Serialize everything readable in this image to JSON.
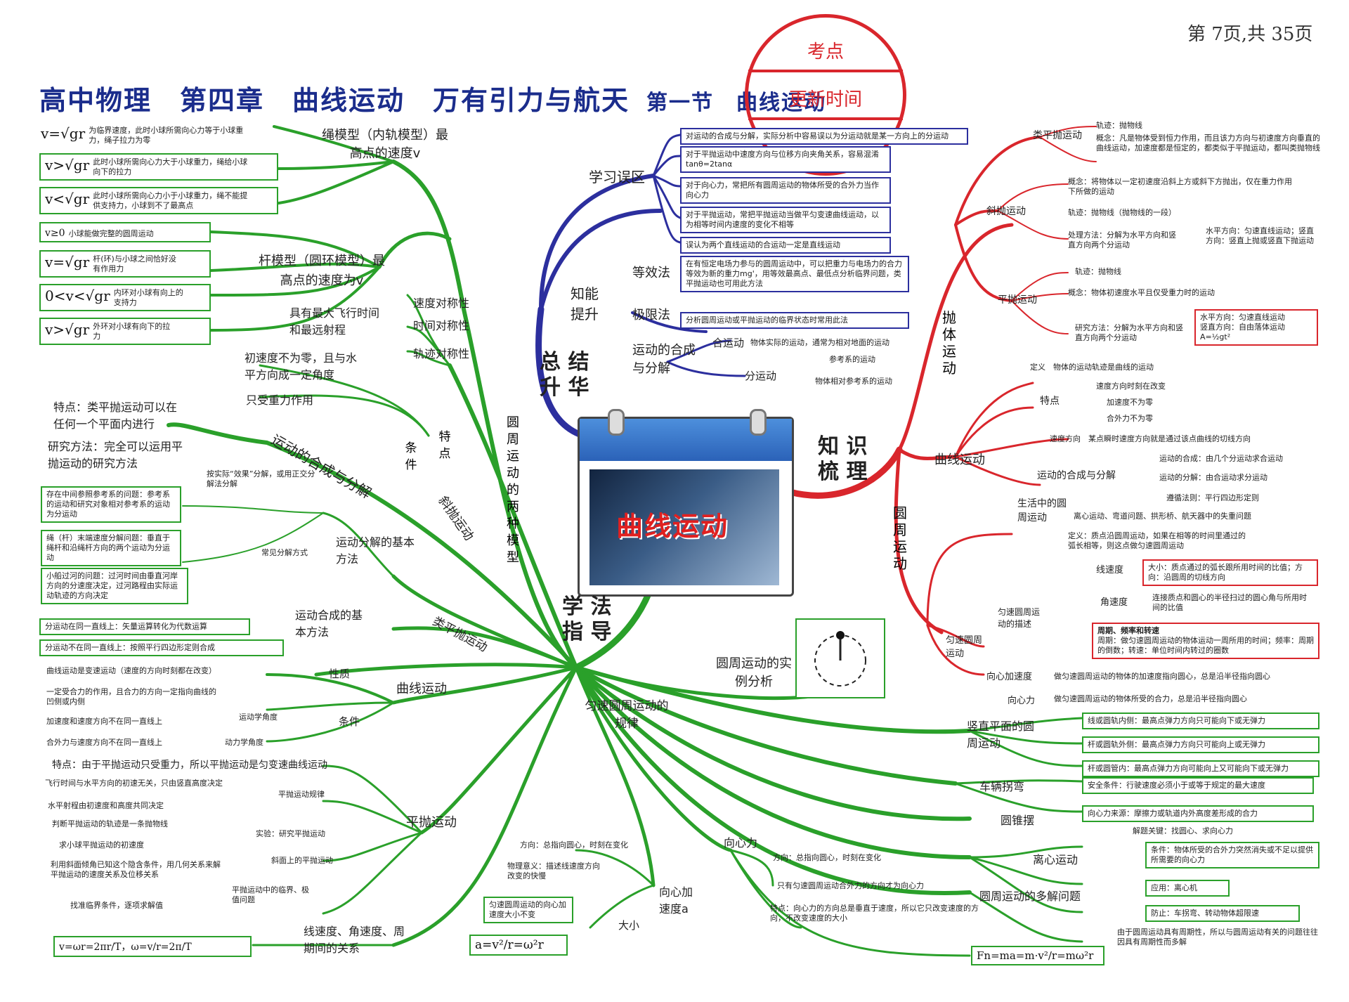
{
  "header": {
    "title_main": "高中物理　第四章　曲线运动　万有引力与航天",
    "title_section": "第一节　曲线运动",
    "page_number": "第 7页,共 35页"
  },
  "stamp": {
    "top": "考点",
    "bottom": "更新时间"
  },
  "center": {
    "label": "曲线运动"
  },
  "colors": {
    "green": "#2aa02a",
    "blue": "#2c2f9e",
    "red": "#d9262c"
  },
  "branches": {
    "review": "总 结 升 华",
    "knowledge": "知 识 梳 理",
    "method": "学 法 指 导"
  },
  "review": {
    "mistakes_title": "学习误区",
    "mistakes": [
      "对运动的合成与分解，实际分析中容易误以为分运动就是某一方向上的分运动",
      "对于平抛运动中速度方向与位移方向夹角关系，容易混淆 tanθ=2tanα",
      "对于向心力，常把所有圆周运动的物体所受的合外力当作向心力",
      "对于平抛运动，常把平抛运动当做平匀变速曲线运动，以为相等时间内速度的变化不相等",
      "误认为两个直线运动的合运动一定是直线运动"
    ],
    "ability_title": "知能提升",
    "equivalent_title": "等效法",
    "equivalent_text": "在有恒定电场力参与的圆周运动中，可以把重力与电场力的合力等效为新的重力mg'，用等效最高点、最低点分析临界问题，类平抛运动也可用此方法",
    "limit_title": "极限法",
    "limit_text": "分析圆周运动或平抛运动的临界状态时常用此法",
    "compose_title": "运动的合成与分解",
    "compose_label": "合运动",
    "compose_text": "物体实际的运动，通常为相对地面的运动",
    "decompose_label": "分运动",
    "decompose_items": [
      "参考系的运动",
      "物体相对参考系的运动"
    ]
  },
  "knowledge": {
    "throw_title": "抛体运动",
    "circle_title": "圆周运动",
    "curve_title": "曲线运动",
    "projectile_like": {
      "label": "类平抛运动",
      "items": [
        "轨迹：抛物线",
        "概念：凡是物体受到恒力作用，而且该力方向与初速度方向垂直的曲线运动，加速度都是恒定的，都类似于平抛运动，都叫类抛物线"
      ]
    },
    "oblique": {
      "label": "斜抛运动",
      "items": [
        "概念：将物体以一定初速度沿斜上方或斜下方抛出，仅在重力作用下所做的运动",
        "轨迹：抛物线（抛物线的一段）",
        "处理方法：分解为水平方向和竖直方向两个分运动",
        "水平方向：匀速直线运动；竖直方向：竖直上抛或竖直下抛运动"
      ]
    },
    "flat": {
      "label": "平抛运动",
      "items": [
        "轨迹：抛物线",
        "概念：物体初速度水平且仅受重力时的运动",
        "研究方法：分解为水平方向和竖直方向两个分运动"
      ],
      "formula_box": [
        "水平方向：匀速直线运动",
        "竖直方向：自由落体运动",
        "A=½gt²"
      ]
    },
    "curve": {
      "def": "定义　物体的运动轨迹是曲线的运动",
      "feature": "特点",
      "features": [
        "速度方向时刻在改变",
        "加速度不为零",
        "合外力不为零"
      ],
      "velocity_dir": "速度方向　某点瞬时速度方向就是通过该点曲线的切线方向",
      "compose_label": "运动的合成与分解",
      "compose_items": [
        "运动的合成：由几个分运动求合运动",
        "运动的分解：由合运动求分运动",
        "遵循法则：平行四边形定则"
      ]
    },
    "circular": {
      "life": "生活中的圆周运动",
      "life_text": "离心运动、弯道问题、拱形桥、航天器中的失重问题",
      "uniform_label": "匀速圆周运动",
      "def": "定义：质点沿圆周运动，如果在相等的时间里通过的弧长相等，则这点做匀速圆周运动",
      "describe": "匀速圆周运动的描述",
      "linear": "线速度",
      "linear_text": "大小：质点通过的弧长跟所用时间的比值；方向：沿圆周的切线方向",
      "angular": "角速度",
      "angular_text": "连接质点和圆心的半径扫过的圆心角与所用时间的比值",
      "period": "周期、频率和转速",
      "period_text": "周期：做匀速圆周运动的物体运动一周所用的时间；频率：周期的倒数；转速：单位时间内转过的圈数",
      "centripetal_acc": "向心加速度",
      "centripetal_acc_text": "做匀速圆周运动的物体的加速度指向圆心，总是沿半径指向圆心",
      "centripetal_force": "向心力",
      "centripetal_force_text": "做匀速圆周运动的物体所受的合力，总是沿半径指向圆心"
    }
  },
  "method": {
    "two_models": "圆周运动的两种模型",
    "rope_model": "绳模型（内轨模型）最高点的速度v",
    "rope_items": [
      {
        "f": "v=√gr",
        "t": "为临界速度，此时小球所需向心力等于小球重力，绳子拉力为零"
      },
      {
        "f": "v>√gr",
        "t": "此时小球所需向心力大于小球重力，绳给小球向下的拉力"
      },
      {
        "f": "v<√gr",
        "t": "此时小球所需向心力小于小球重力，绳不能提供支持力，小球到不了最高点"
      }
    ],
    "rod_model": "杆模型（圆环模型）最高点的速度为v",
    "rod_items": [
      {
        "f": "v≥0",
        "t": "小球能做完整的圆周运动"
      },
      {
        "f": "v=√gr",
        "t": "杆(环)与小球之间恰好没有作用力"
      },
      {
        "f": "0<v<√gr",
        "t": "内环对小球有向上的支持力"
      },
      {
        "f": "v>√gr",
        "t": "外环对小球有向下的拉力"
      }
    ],
    "symmetry": [
      "速度对称性",
      "时间对称性",
      "轨迹对称性"
    ],
    "feature_label": "特点",
    "condition_label": "条件",
    "oblique_cond": [
      "具有最大飞行时间和最远射程",
      "初速度不为零，且与水平方向成一定角度",
      "只受重力作用"
    ],
    "oblique_label": "斜抛运动",
    "compose": "运动的合成与分解",
    "compose_feature": "特点：类平抛运动可以在任何一个平面内进行",
    "compose_method": "研究方法：完全可以运用平抛运动的研究方法",
    "decompose_method": "运动分解的基本方法",
    "decompose_text": "按实际“效果”分解，或用正交分解法分解",
    "common_label": "常见分解方式",
    "common_items": [
      "存在中间参照参考系的问题：参考系的运动和研究对象相对参考系的运动为分运动",
      "绳（杆）末端速度分解问题：垂直于绳杆和沿绳杆方向的两个运动为分运动",
      "小船过河的问题：过河时间由垂直河岸方向的分速度决定，过河路程由实际运动轨迹的方向决定"
    ],
    "compose_basic": "运动合成的基本方法",
    "compose_basic_items": [
      "分运动在同一直线上：矢量运算转化为代数运算",
      "分运动不在同一直线上：按照平行四边形定则合成"
    ],
    "projectile_like": "类平抛运动",
    "curve": "曲线运动",
    "curve_nature": "性质",
    "curve_nature_text": "曲线运动是变速运动（速度的方向时刻都在改变）",
    "curve_track": "一定受合力的作用，且合力的方向一定指向曲线的凹侧或内侧",
    "curve_cond": "条件",
    "kin_label": "运动学角度",
    "kin_text": "加速度和速度方向不在同一直线上",
    "dyn_label": "动力学角度",
    "dyn_text": "合外力与速度方向不在同一直线上",
    "flat_feature": "特点：由于平抛运动只受重力，所以平抛运动是匀变速曲线运动",
    "flat_law": "平抛运动规律",
    "flat_law_items": [
      "飞行时间与水平方向的初速无关，只由竖直高度决定",
      "水平射程由初速度和高度共同决定"
    ],
    "flat_exp": "实验：研究平抛运动",
    "flat_exp_items": [
      "判断平抛运动的轨迹是一条抛物线",
      "求小球平抛运动的初速度"
    ],
    "flat_slope": "斜面上的平抛运动",
    "flat_slope_text": "利用斜面倾角已知这个隐含条件，用几何关系来解平抛运动的速度关系及位移关系",
    "flat": "平抛运动",
    "flat_crit": "平抛运动中的临界、极值问题",
    "flat_crit_text": "找准临界条件，逐项求解值",
    "relation": "线速度、角速度、周期间的关系",
    "relation_formula": "v=ωr=2πr/T，ω=v/r=2π/T",
    "uniform_law": "匀速圆周运动的规律",
    "acc_label": "向心加速度a",
    "acc_dir": "方向：总指向圆心，时刻在变化",
    "acc_meaning": "物理意义：描述线速度方向改变的快慢",
    "acc_size": "大小",
    "acc_size_text": "匀速圆周运动的向心加速度大小不变",
    "acc_formula": "a=v²/r=ω²r",
    "force_label": "向心力",
    "force_dir": "方向：总指向圆心，时刻在变化",
    "force_note": "只有匀速圆周运动合外力的方向才为向心力",
    "force_feature": "特点：向心力的方向总是垂直于速度，所以它只改变速度的方向，不改变速度的大小",
    "force_formula": "Fn=ma=m·v²/r=mω²r",
    "example": "圆周运动的实例分析",
    "vertical": "竖直平面的圆周运动",
    "vertical_items": [
      "线或圆轨内侧：最高点弹力方向只可能向下或无弹力",
      "杆或圆轨外侧：最高点弹力方向只可能向上或无弹力",
      "杆或圆管内：最高点弹力方向可能向上又可能向下或无弹力"
    ],
    "turn": "车辆拐弯",
    "turn_items": [
      "安全条件：行驶速度必须小于或等于规定的最大速度",
      "向心力来源：摩擦力或轨道内外高度差形成的合力"
    ],
    "cone": "圆锥摆",
    "cone_text": "解题关键：找圆心、求向心力",
    "centrifugal": "离心运动",
    "centrifugal_items": [
      "条件：物体所受的合外力突然消失或不足以提供所需要的向心力",
      "应用：离心机",
      "防止：车拐弯、转动物体超限速"
    ],
    "multi": "圆周运动的多解问题",
    "multi_text": "由于圆周运动具有周期性，所以与圆周运动有关的问题往往因具有周期性而多解"
  }
}
